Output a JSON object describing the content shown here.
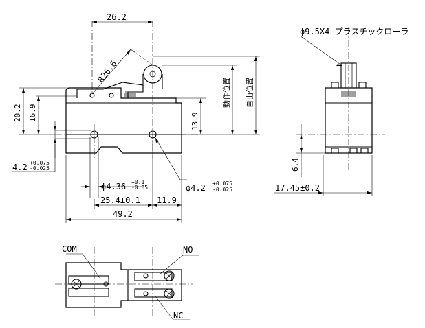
{
  "dimensions": {
    "width_26_2": "26.2",
    "radius": "R26.6",
    "height_20_2": "20.2",
    "height_16_9": "16.9",
    "height_13_9": "13.9",
    "hole_left_base": "4.2",
    "hole_left_tol_upper": "+0.075",
    "hole_left_tol_lower": "-0.025",
    "hole_mid_base": "ϕ4.36",
    "hole_mid_tol_upper": "+0.1",
    "hole_mid_tol_lower": "-0.05",
    "hole_right_base": "ϕ4.2",
    "hole_right_tol_upper": "+0.075",
    "hole_right_tol_lower": "-0.025",
    "pitch": "25.4±0.1",
    "offset_11_9": "11.9",
    "total_length": "49.2",
    "roller_label": "ϕ9.5X4 プラスチックローラ",
    "operating_position": "動作位置",
    "free_position": "自由位置",
    "side_height": "6.4",
    "side_width": "17.45±0.2"
  },
  "terminals": {
    "com": "COM",
    "no": "NO",
    "nc": "NC"
  }
}
